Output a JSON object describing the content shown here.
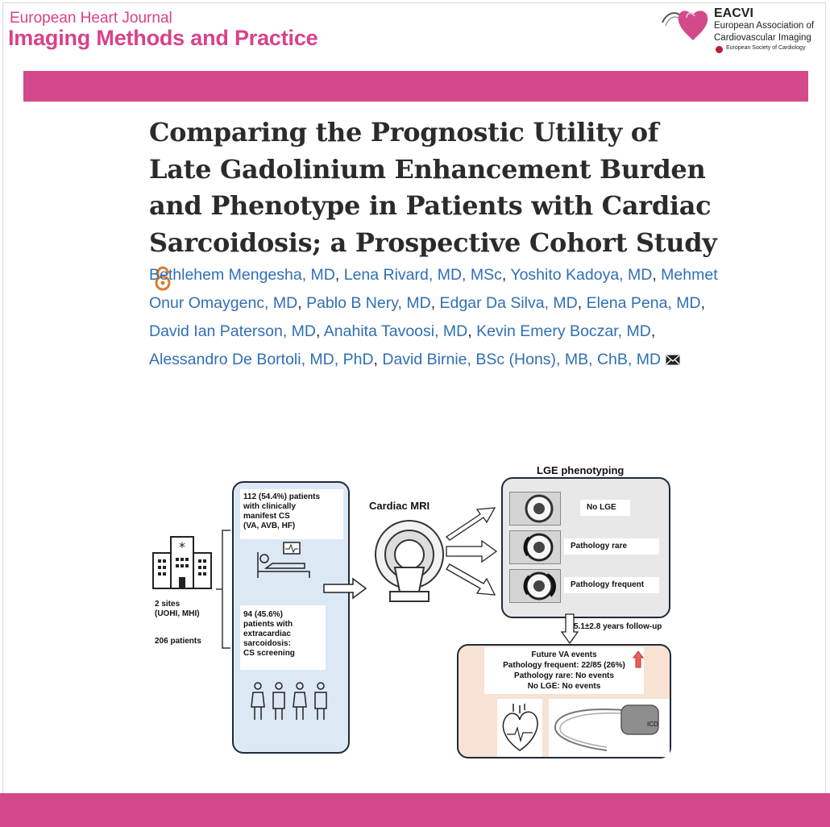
{
  "journal": {
    "top_line": "European Heart Journal",
    "main_line": "Imaging Methods and Practice",
    "accent_color": "#d4498a"
  },
  "eacvi": {
    "acronym": "EACVI",
    "line1": "European Association of",
    "line2": "Cardiovascular Imaging",
    "society": "European Society of Cardiology"
  },
  "article": {
    "title": "Comparing the Prognostic Utility of Late Gadolinium Enhancement Burden and Phenotype in Patients with Cardiac Sarcoidosis; a Prospective Cohort Study",
    "open_access_icon": "open-access-icon",
    "authors": [
      "Bethlehem Mengesha, MD",
      "Lena Rivard, MD, MSc",
      "Yoshito Kadoya, MD",
      "Mehmet Onur Omaygenc, MD",
      "Pablo B Nery, MD",
      "Edgar Da Silva, MD",
      "Elena Pena, MD",
      "David Ian Paterson, MD",
      "Anahita Tavoosi, MD",
      "Kevin Emery Boczar, MD",
      "Alessandro De Bortoli, MD, PhD",
      "David Birnie, BSc (Hons), MB, ChB, MD"
    ],
    "mail_icon": "envelope-icon"
  },
  "figure": {
    "sites": "2 sites\n(UOHI, MHI)",
    "patients_total": "206 patients",
    "group1": "112 (54.4%) patients\nwith clinically\nmanifest CS\n(VA, AVB, HF)",
    "group2": "94 (45.6%)\npatients with\nextracardiac\nsarcoidosis:\nCS screening",
    "mri_label": "Cardiac MRI",
    "lge_title": "LGE phenotyping",
    "lge_items": [
      "No LGE",
      "Pathology rare",
      "Pathology frequent"
    ],
    "followup": "5.1±2.8 years follow-up",
    "outcomes_title": "Future VA events",
    "outcome_lines": [
      "Pathology frequent:  22/85 (26%)",
      "Pathology rare: No events",
      "No LGE: No events"
    ],
    "device_label": "ICD"
  }
}
